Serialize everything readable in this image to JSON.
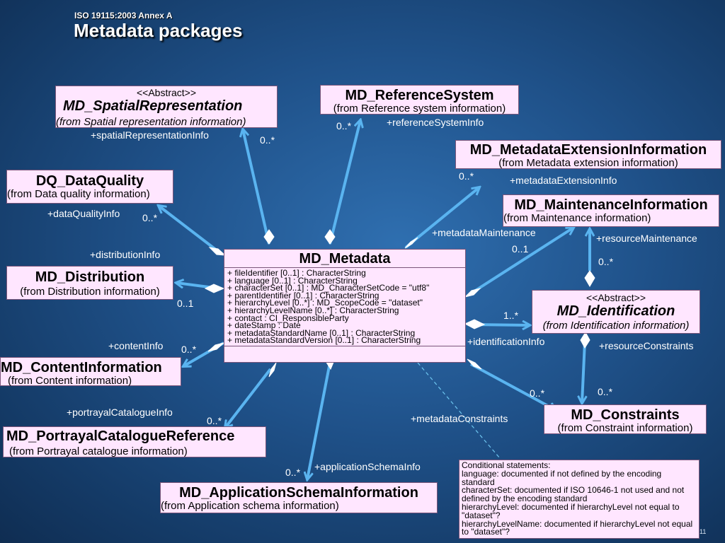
{
  "header": {
    "subtitle": "ISO 19115:2003 Annex A",
    "title": "Metadata packages"
  },
  "classes": {
    "md_metadata": {
      "name": "MD_Metadata",
      "attributes": [
        "+ fileIdentifier [0..1] : CharacterString",
        "+ language [0..1] : CharacterString",
        "+ characterSet [0..1] : MD_CharacterSetCode = \"utf8\"",
        "+ parentIdentifier [0..1] : CharacterString",
        "+ hierarchyLevel [0..*] : MD_ScopeCode = \"dataset\"",
        "+ hierarchyLevelName [0..*] : CharacterString",
        "+ contact : CI_ResponsibleParty",
        "+ dateStamp : Date",
        "+ metadataStandardName [0..1] : CharacterString",
        "+ metadataStandardVersion [0..1] : CharacterString"
      ]
    },
    "spatial_representation": {
      "stereotype": "<<Abstract>>",
      "name": "MD_SpatialRepresentation",
      "from": "(from Spatial representation information)"
    },
    "reference_system": {
      "name": "MD_ReferenceSystem",
      "from": "(from Reference system information)"
    },
    "metadata_extension": {
      "name": "MD_MetadataExtensionInformation",
      "from": "(from Metadata extension information)"
    },
    "data_quality": {
      "name": "DQ_DataQuality",
      "from": "(from Data quality information)"
    },
    "maintenance": {
      "name": "MD_MaintenanceInformation",
      "from": "(from Maintenance information)"
    },
    "distribution": {
      "name": "MD_Distribution",
      "from": "(from Distribution information)"
    },
    "identification": {
      "stereotype": "<<Abstract>>",
      "name": "MD_Identification",
      "from": "(from Identification information)"
    },
    "content": {
      "name": "MD_ContentInformation",
      "from": "(from Content information)"
    },
    "constraints": {
      "name": "MD_Constraints",
      "from": "(from Constraint information)"
    },
    "portrayal": {
      "name": "MD_PortrayalCatalogueReference",
      "from": "(from Portrayal catalogue information)"
    },
    "application_schema": {
      "name": "MD_ApplicationSchemaInformation",
      "from": "(from Application schema information)"
    }
  },
  "associations": {
    "spatial_role": "+spatialRepresentationInfo",
    "spatial_mult": "0..*",
    "reference_role": "+referenceSystemInfo",
    "reference_mult": "0..*",
    "extension_role": "+metadataExtensionInfo",
    "extension_mult": "0..*",
    "quality_role": "+dataQualityInfo",
    "quality_mult": "0..*",
    "metamaint_role": "+metadataMaintenance",
    "metamaint_mult": "0..1",
    "resmaint_role": "+resourceMaintenance",
    "resmaint_mult": "0..*",
    "distribution_role": "+distributionInfo",
    "distribution_mult": "0..1",
    "identification_role": "+identificationInfo",
    "identification_mult": "1..*",
    "resconstraints_role": "+resourceConstraints",
    "resconstraints_mult": "0..*",
    "content_role": "+contentInfo",
    "content_mult": "0..*",
    "portrayal_role": "+portrayalCatalogueInfo",
    "portrayal_mult": "0..*",
    "metaconstraints_role": "+metadataConstraints",
    "metaconstraints_mult": "0..*",
    "appschema_role": "+applicationSchemaInfo",
    "appschema_mult": "0..*"
  },
  "note": {
    "lines": [
      "Conditional statements:",
      "language: documented if not defined by the encoding standard",
      "characterSet: documented if ISO 10646-1 not used and not defined by the encoding standard",
      "hierarchyLevel: documented if hierarchyLevel not equal to \"dataset\"?",
      "hierarchyLevelName: documented if hierarchyLevel not equal to \"dataset\"?"
    ]
  },
  "page_number": "11",
  "colors": {
    "connector": "#5ab4f0",
    "box_fill": "#ffe6ff",
    "note_link": "#6ec6f0"
  }
}
